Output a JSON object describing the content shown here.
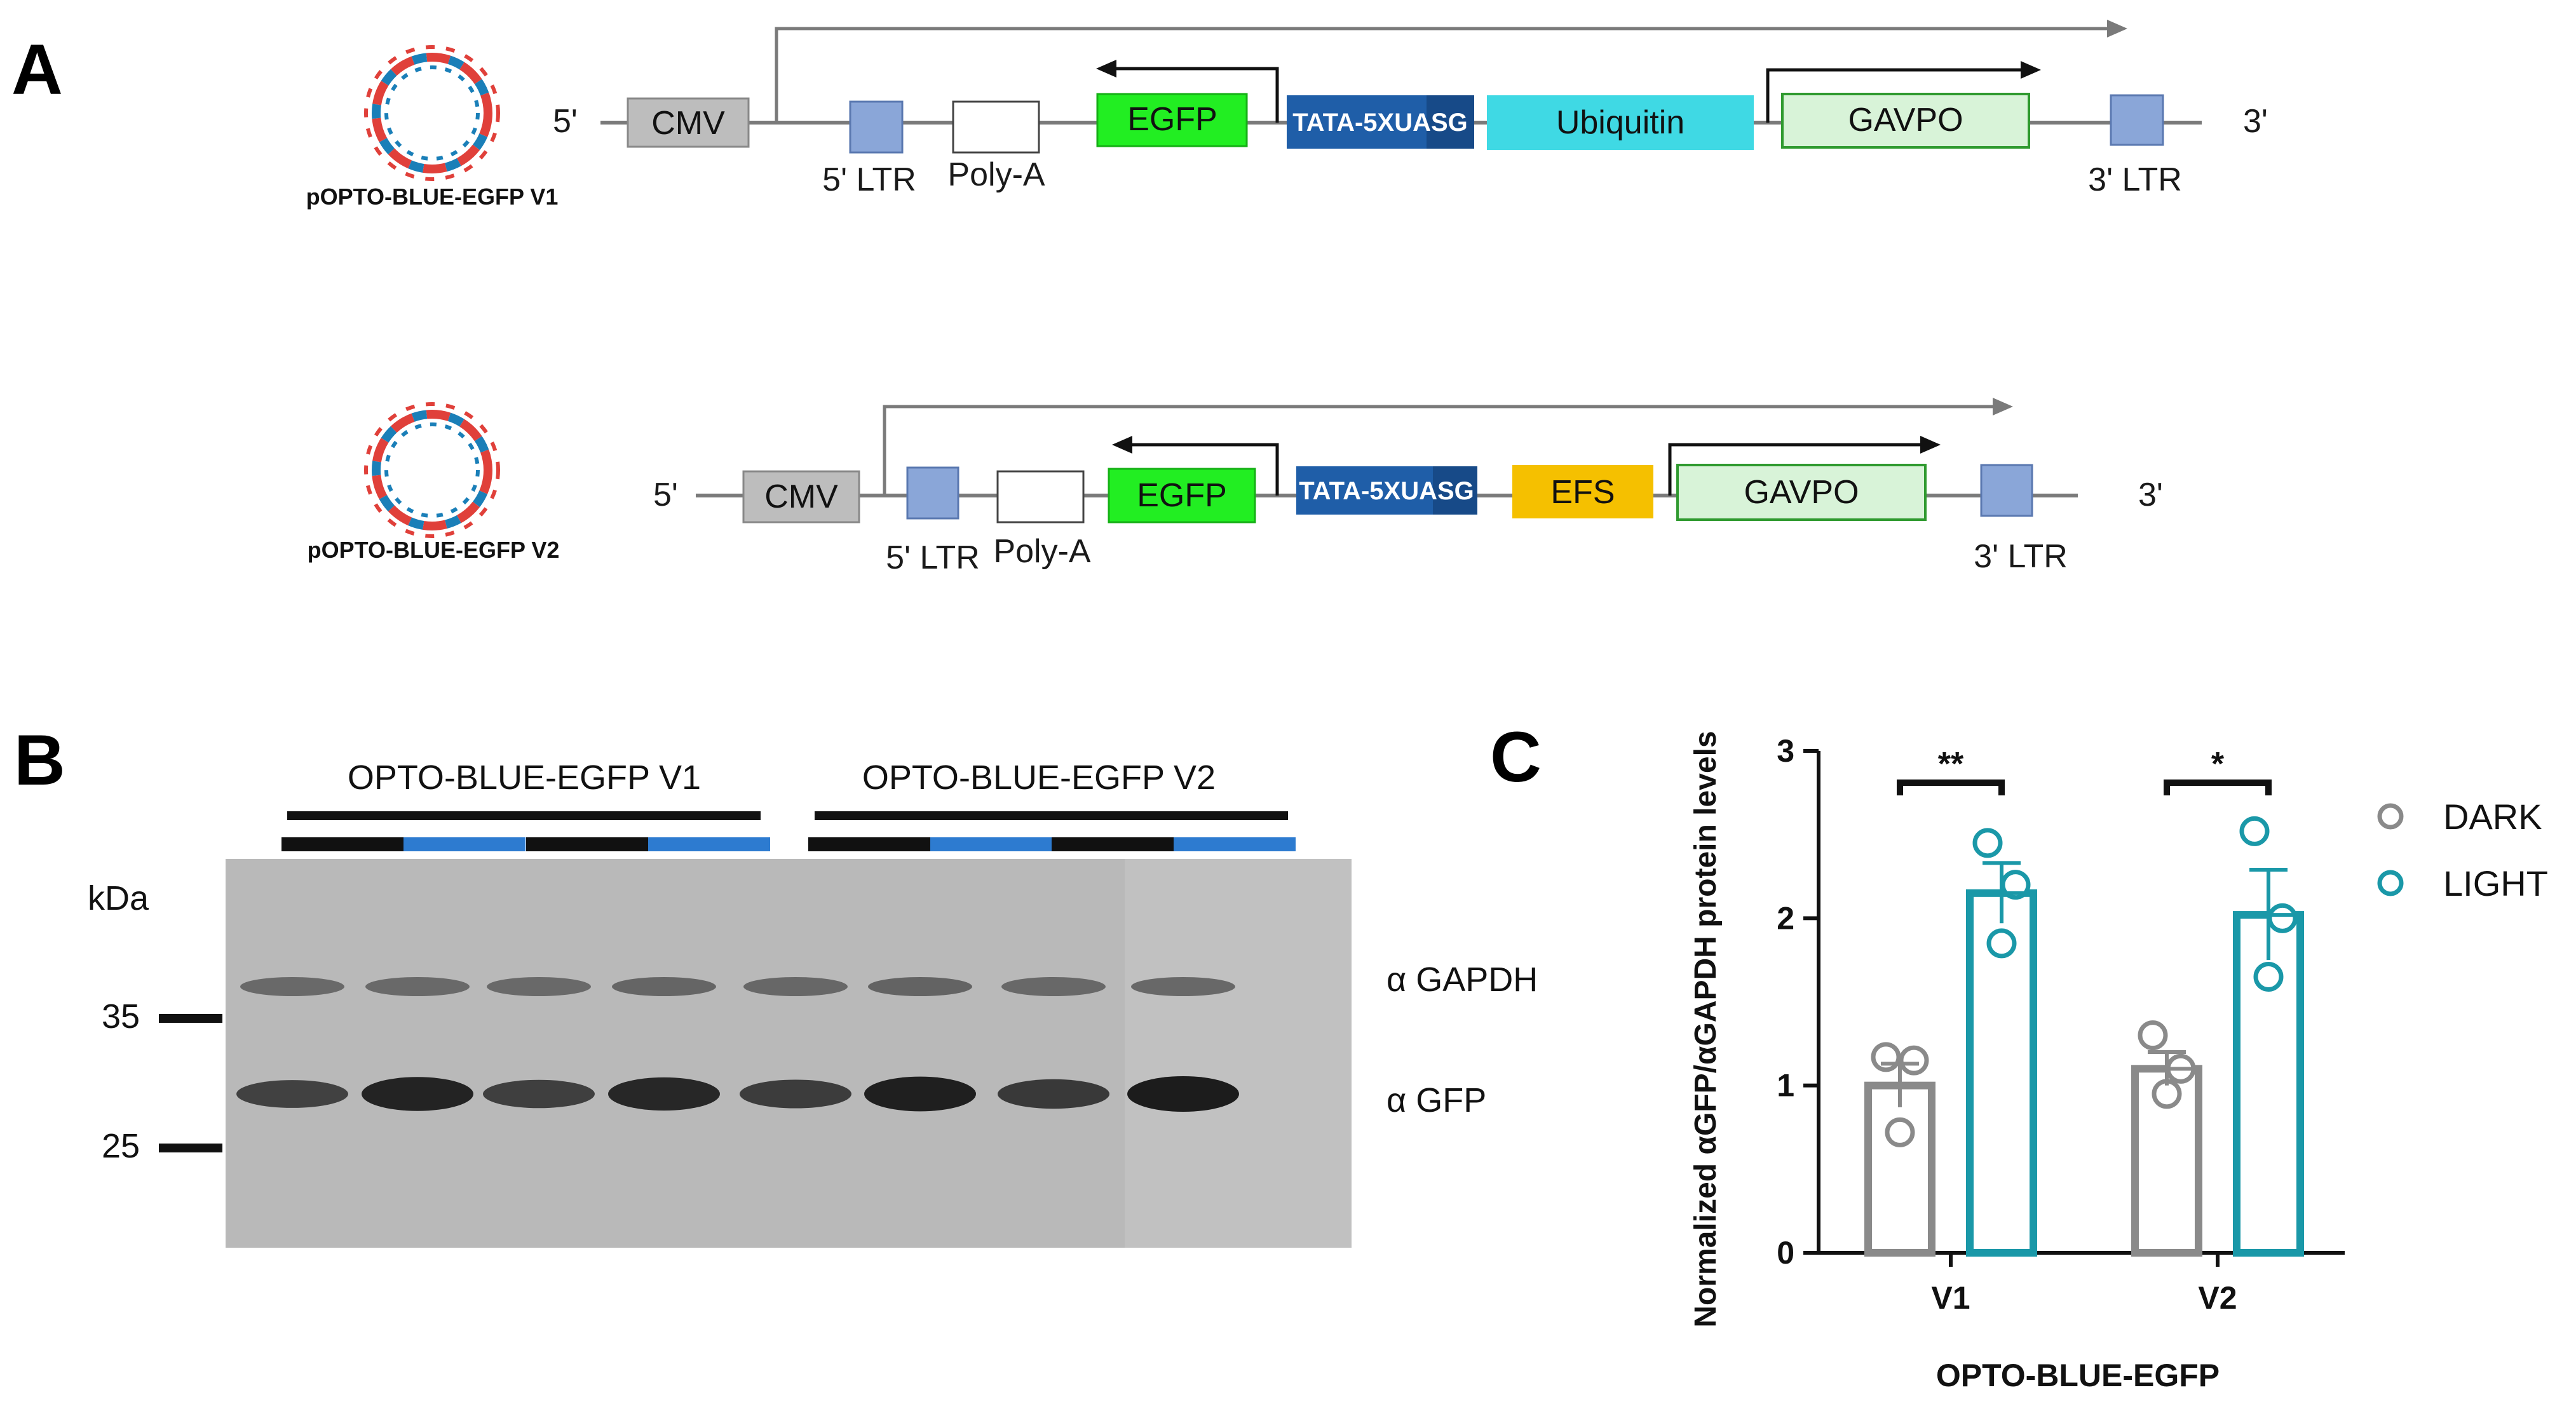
{
  "panels": {
    "a": "A",
    "b": "B",
    "c": "C"
  },
  "colors": {
    "dna_red": "#e0403a",
    "dna_blue": "#1a7fb8",
    "backbone": "#7a7a7a",
    "cmv": "#bdbdbd",
    "ltr": "#8aa6d8",
    "egfp": "#22ee22",
    "tata": "#1f5ea8",
    "ubiquitin": "#3fd9e4",
    "efs": "#f5c000",
    "gavpo": "#d8f3d8",
    "gavpo_border": "#2f9a2f",
    "dark": "#8a8a8a",
    "light": "#1a98a8",
    "blot_blue": "#2d7bd0"
  },
  "v1": {
    "plasmid_name": "pOPTO-BLUE-EGFP V1",
    "end5": "5'",
    "end3": "3'",
    "cmv": "CMV",
    "ltr5": "5' LTR",
    "polya": "Poly-A",
    "egfp": "EGFP",
    "tata": "TATA-5XUASG",
    "promoter": "Ubiquitin",
    "gavpo": "GAVPO",
    "ltr3": "3' LTR"
  },
  "v2": {
    "plasmid_name": "pOPTO-BLUE-EGFP V2",
    "end5": "5'",
    "end3": "3'",
    "cmv": "CMV",
    "ltr5": "5' LTR",
    "polya": "Poly-A",
    "egfp": "EGFP",
    "tata": "TATA-5XUASG",
    "promoter": "EFS",
    "gavpo": "GAVPO",
    "ltr3": "3' LTR"
  },
  "blot": {
    "group1": "OPTO-BLUE-EGFP V1",
    "group2": "OPTO-BLUE-EGFP V2",
    "kda": "kDa",
    "marker_35": "35",
    "marker_25": "25",
    "band_gapdh": "α GAPDH",
    "band_gfp": "α GFP",
    "gfp_intensity": [
      0.62,
      0.92,
      0.64,
      0.88,
      0.66,
      0.96,
      0.7,
      1.0
    ],
    "gapdh_intensity": [
      0.55,
      0.55,
      0.55,
      0.6,
      0.58,
      0.62,
      0.57,
      0.58
    ]
  },
  "chart_data": {
    "type": "bar",
    "categories": [
      "V1",
      "V2"
    ],
    "xlabel": "OPTO-BLUE-EGFP",
    "ylabel": "Normalized αGFP/αGAPDH protein levels",
    "ylim": [
      0,
      3
    ],
    "yticks": [
      0,
      1,
      2,
      3
    ],
    "legend_position": "right",
    "series": [
      {
        "name": "DARK",
        "color": "#8a8a8a",
        "values": [
          1.0,
          1.1
        ],
        "sem": [
          0.13,
          0.1
        ],
        "points": [
          [
            1.17,
            1.15,
            0.72
          ],
          [
            1.3,
            1.1,
            0.95
          ]
        ]
      },
      {
        "name": "LIGHT",
        "color": "#1a98a8",
        "values": [
          2.15,
          2.02
        ],
        "sem": [
          0.18,
          0.27
        ],
        "points": [
          [
            2.45,
            2.2,
            1.85
          ],
          [
            2.52,
            2.0,
            1.65
          ]
        ]
      }
    ],
    "significance": [
      "**",
      "*"
    ]
  }
}
